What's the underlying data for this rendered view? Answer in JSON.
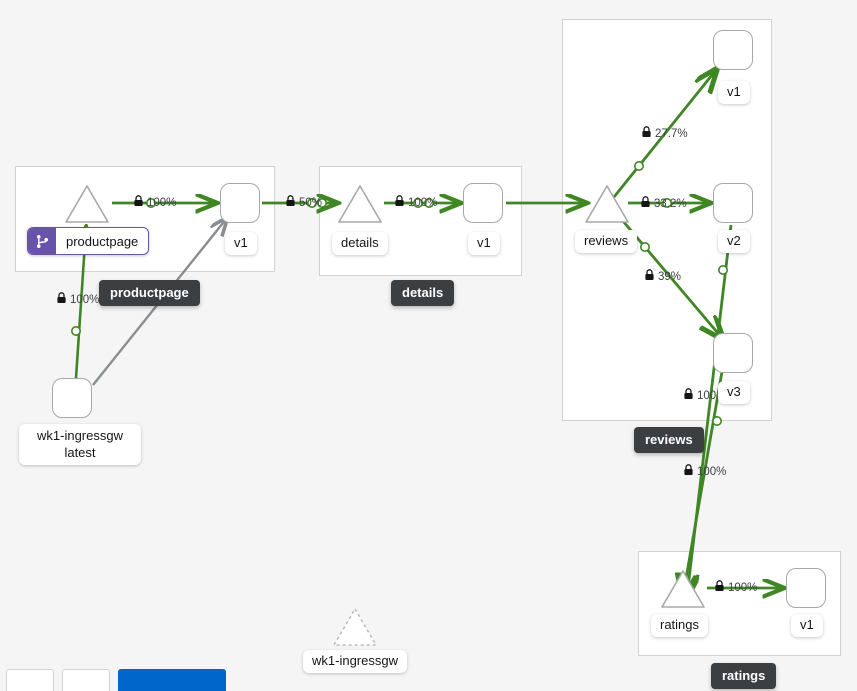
{
  "graph": {
    "title": "service-mesh-graph",
    "colors": {
      "edge_healthy": "#3f8624",
      "edge_idle": "#8a8d90",
      "node_border": "#a8a8a8",
      "group_border": "#d2d2d2",
      "canvas_bg": "#f5f5f5",
      "tooltip_bg": "#3c3f42",
      "badge_purple": "#6753ac",
      "primary_button": "#0066cc"
    }
  },
  "groups": [
    {
      "id": "g-productpage",
      "label": "productpage"
    },
    {
      "id": "g-details",
      "label": "details"
    },
    {
      "id": "g-reviews",
      "label": "reviews"
    },
    {
      "id": "g-ratings",
      "label": "ratings"
    }
  ],
  "nodes": [
    {
      "id": "n-ingressgw-wl",
      "type": "workload",
      "label": "wk1-ingressgw",
      "sublabel": "latest"
    },
    {
      "id": "n-productpage-svc",
      "type": "service",
      "label": "productpage",
      "has_virtualservice": true,
      "badge_icon": "virtual-service-icon"
    },
    {
      "id": "n-productpage-v1",
      "type": "workload",
      "label": "v1"
    },
    {
      "id": "n-details-svc",
      "type": "service",
      "label": "details"
    },
    {
      "id": "n-details-v1",
      "type": "workload",
      "label": "v1"
    },
    {
      "id": "n-reviews-svc",
      "type": "service",
      "label": "reviews"
    },
    {
      "id": "n-reviews-v1",
      "type": "workload",
      "label": "v1"
    },
    {
      "id": "n-reviews-v2",
      "type": "workload",
      "label": "v2"
    },
    {
      "id": "n-reviews-v3",
      "type": "workload",
      "label": "v3"
    },
    {
      "id": "n-ratings-svc",
      "type": "service",
      "label": "ratings"
    },
    {
      "id": "n-ratings-v1",
      "type": "workload",
      "label": "v1"
    },
    {
      "id": "n-ingressgw-idle",
      "type": "service",
      "label": "wk1-ingressgw",
      "state": "idle"
    }
  ],
  "edges": [
    {
      "id": "e1",
      "source": "n-ingressgw-wl",
      "target": "n-productpage-svc",
      "label": "100%",
      "mtls": true,
      "health": "healthy"
    },
    {
      "id": "e2",
      "source": "n-ingressgw-wl",
      "target": "n-productpage-v1",
      "label": "",
      "mtls": false,
      "health": "idle"
    },
    {
      "id": "e3",
      "source": "n-productpage-svc",
      "target": "n-productpage-v1",
      "label": "100%",
      "mtls": true,
      "health": "healthy"
    },
    {
      "id": "e4",
      "source": "n-productpage-v1",
      "target": "n-details-svc",
      "label": "50%",
      "mtls": true,
      "health": "healthy"
    },
    {
      "id": "e5",
      "source": "n-details-svc",
      "target": "n-details-v1",
      "label": "100%",
      "mtls": true,
      "health": "healthy"
    },
    {
      "id": "e6",
      "source": "n-details-v1",
      "target": "n-reviews-svc",
      "label": "",
      "mtls": false,
      "health": "healthy"
    },
    {
      "id": "e7",
      "source": "n-reviews-svc",
      "target": "n-reviews-v1",
      "label": "27.7%",
      "mtls": true,
      "health": "healthy"
    },
    {
      "id": "e8",
      "source": "n-reviews-svc",
      "target": "n-reviews-v2",
      "label": "33.2%",
      "mtls": true,
      "health": "healthy"
    },
    {
      "id": "e9",
      "source": "n-reviews-svc",
      "target": "n-reviews-v3",
      "label": "39%",
      "mtls": true,
      "health": "healthy"
    },
    {
      "id": "e10",
      "source": "n-reviews-v3",
      "target": "n-ratings-svc",
      "label": "100",
      "mtls": true,
      "health": "healthy"
    },
    {
      "id": "e11",
      "source": "n-reviews-v2",
      "target": "n-ratings-svc",
      "label": "100%",
      "mtls": true,
      "health": "healthy"
    },
    {
      "id": "e12",
      "source": "n-ratings-svc",
      "target": "n-ratings-v1",
      "label": "100%",
      "mtls": true,
      "health": "healthy"
    }
  ],
  "edge_labels": {
    "ingress_to_productpage": "100%",
    "productpage_to_v1": "100%",
    "productpage_v1_to_details": "50%",
    "details_to_v1": "100%",
    "reviews_to_v1": "27.7%",
    "reviews_to_v2": "33.2%",
    "reviews_to_v3": "39%",
    "reviews_v3_to_ratings": "100",
    "reviews_v2_to_ratings": "100%",
    "ratings_to_v1": "100%"
  },
  "tooltips": [
    {
      "id": "tt-productpage",
      "label": "productpage"
    },
    {
      "id": "tt-details",
      "label": "details"
    },
    {
      "id": "tt-reviews",
      "label": "reviews"
    },
    {
      "id": "tt-ratings",
      "label": "ratings"
    }
  ],
  "node_captions": {
    "ingressgw_wl_line1": "wk1-ingressgw",
    "ingressgw_wl_line2": "latest",
    "productpage_svc": "productpage",
    "productpage_v1": "v1",
    "details_svc": "details",
    "details_v1": "v1",
    "reviews_svc": "reviews",
    "reviews_v1": "v1",
    "reviews_v2": "v2",
    "reviews_v3": "v3",
    "ratings_svc": "ratings",
    "ratings_v1": "v1",
    "ingressgw_idle": "wk1-ingressgw"
  },
  "bottom_bar": {
    "zoom_chip": "",
    "fit_chip": "",
    "primary_button": ""
  }
}
